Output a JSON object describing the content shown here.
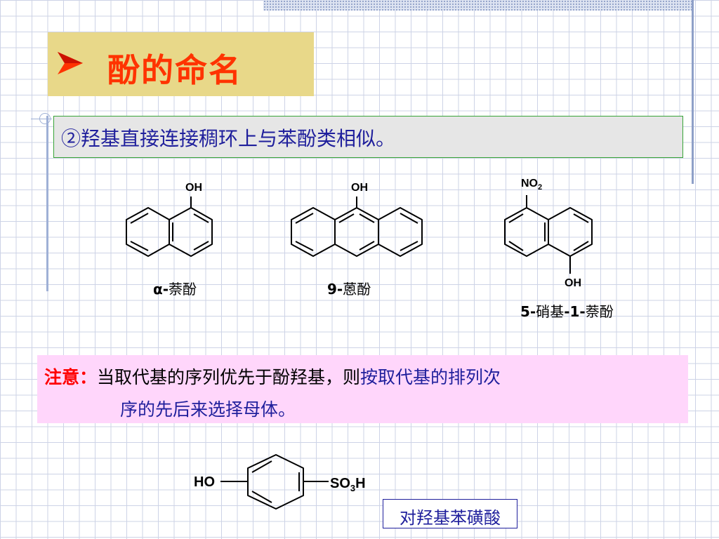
{
  "slide": {
    "title": "酚的命名",
    "title_bullet_icon": "arrow-bullet-icon",
    "point": "②羟基直接连接稠环上与苯酚类相似。",
    "structures": [
      {
        "name_prefix": "α-",
        "name_rest": "萘酚",
        "group_label": "OH"
      },
      {
        "name_prefix": "9-",
        "name_rest": "蒽酚",
        "group_label": "OH"
      },
      {
        "name_part1": "5-",
        "name_part2": "硝基",
        "name_part3": "-1-",
        "name_part4": "萘酚",
        "substituent_main": "NO",
        "substituent_sub": "2",
        "group_label": "OH"
      }
    ],
    "note": {
      "label": "注意：",
      "text_black": "当取代基的序列优先于酚羟基，则",
      "text_blue_line1": "按取代基的排列次",
      "text_blue_line2": "序的先后来选择母体。"
    },
    "example": {
      "left_label": "HO",
      "right_main": "SO",
      "right_sub": "3",
      "right_end": "H",
      "caption": "对羟基苯磺酸"
    },
    "colors": {
      "title_bg": "#e8d889",
      "title_text": "#ff3300",
      "point_bg": "#e6e6e6",
      "point_border": "#37a437",
      "note_bg": "#ffd6fb",
      "blue_text": "#1f1f9c"
    }
  }
}
